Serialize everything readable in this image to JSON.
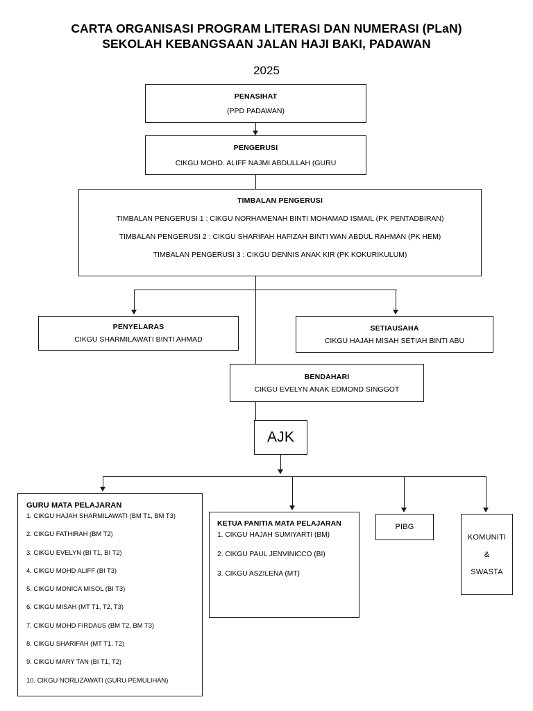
{
  "title": {
    "line1": "CARTA ORGANISASI PROGRAM LITERASI DAN NUMERASI (PLaN)",
    "line2": "SEKOLAH KEBANGSAAN JALAN HAJI BAKI, PADAWAN",
    "year": "2025"
  },
  "nodes": {
    "penasihat": {
      "heading": "PENASIHAT",
      "name": "(PPD PADAWAN)"
    },
    "pengerusi": {
      "heading": "PENGERUSI",
      "name": "CIKGU MOHD. ALIFF NAJMI ABDULLAH (GURU"
    },
    "timbalan": {
      "heading": "TIMBALAN PENGERUSI",
      "line1": "TIMBALAN PENGERUSI 1 : CIKGU NORHAMENAH BINTI MOHAMAD ISMAIL (PK PENTADBIRAN)",
      "line2": "TIMBALAN PENGERUSI 2 : CIKGU SHARIFAH HAFIZAH BINTI WAN ABDUL RAHMAN  (PK HEM)",
      "line3": "TIMBALAN PENGERUSI 3 : CIKGU DENNIS ANAK KIR (PK KOKURIKULUM)"
    },
    "penyelaras": {
      "heading": "PENYELARAS",
      "name": "CIKGU SHARMILAWATI BINTI AHMAD"
    },
    "setiausaha": {
      "heading": "SETIAUSAHA",
      "name": "CIKGU HAJAH MISAH SETIAH BINTI ABU"
    },
    "bendahari": {
      "heading": "BENDAHARI",
      "name": "CIKGU EVELYN ANAK EDMOND SINGGOT"
    },
    "ajk": {
      "heading": "AJK"
    },
    "guru_mata_pelajaran": {
      "heading": "GURU MATA PELAJARAN",
      "items": [
        "1. CIKGU HAJAH SHARMILAWATI (BM T1, BM T3)",
        "2. CIKGU FATHIRAH (BM T2)",
        "3. CIKGU EVELYN (BI T1, BI T2)",
        "4. CIKGU MOHD ALIFF (BI T3)",
        "5. CIKGU MONICA MISOL (BI T3)",
        "6. CIKGU MISAH (MT T1, T2, T3)",
        "7. CIKGU MOHD FIRDAUS (BM T2, BM T3)",
        "8. CIKGU SHARIFAH (MT T1, T2)",
        "9. CIKGU MARY TAN (BI T1, T2)",
        "10. CIKGU NORLIZAWATI (GURU PEMULIHAN)"
      ]
    },
    "ketua_panitia": {
      "heading": "KETUA PANITIA MATA PELAJARAN",
      "items": [
        "1. CIKGU HAJAH SUMIYARTI (BM)",
        "2. CIKGU PAUL JENVINICCO (BI)",
        "3. CIKGU ASZILENA (MT)"
      ]
    },
    "pibg": {
      "heading": "PIBG"
    },
    "komuniti": {
      "line1": "KOMUNITI",
      "line2": "&",
      "line3": "SWASTA"
    }
  },
  "colors": {
    "ink": "#1a1a1a",
    "background": "#ffffff"
  }
}
